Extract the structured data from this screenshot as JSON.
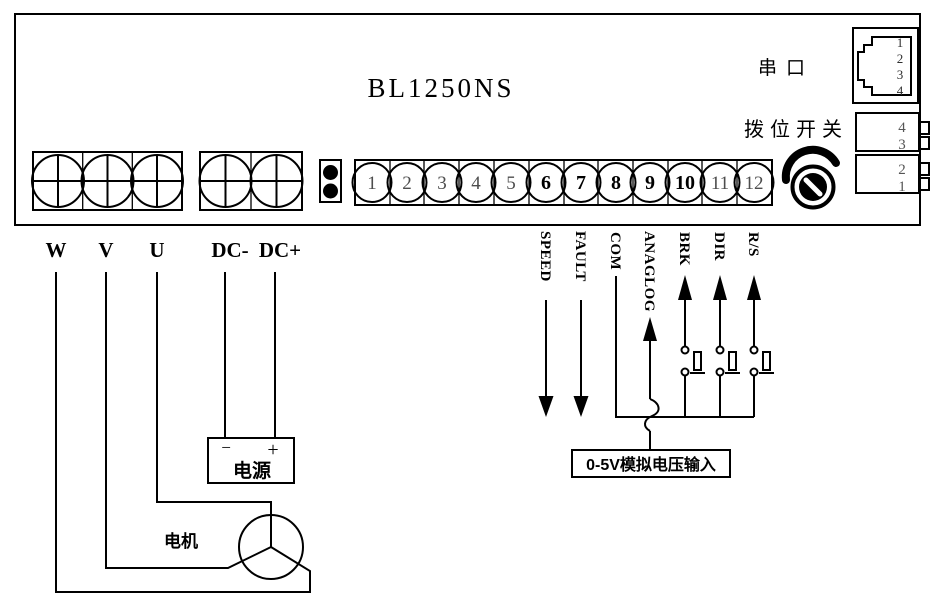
{
  "colors": {
    "line": "#000000",
    "background": "#ffffff",
    "dim_text": "#4d4d4d"
  },
  "board": {
    "title": "BL1250NS",
    "power_terminal_labels": [
      "W",
      "V",
      "U",
      "DC-",
      "DC+"
    ],
    "terminal_numbers": [
      "1",
      "2",
      "3",
      "4",
      "5",
      "6",
      "7",
      "8",
      "9",
      "10",
      "11",
      "12"
    ],
    "serial_port": {
      "label": "串口",
      "pins": [
        "1",
        "2",
        "3",
        "4"
      ]
    },
    "dip_switch": {
      "label": "拨位开关",
      "pins": [
        "4",
        "3",
        "2",
        "1"
      ]
    }
  },
  "signals": [
    "SPEED",
    "FAULT",
    "COM",
    "ANAGLOG",
    "BRK",
    "DIR",
    "R/S"
  ],
  "power_supply": {
    "label": "电源",
    "minus": "−",
    "plus": "+"
  },
  "motor_label": "电机",
  "analog_input_label": "0-5V模拟电压输入"
}
